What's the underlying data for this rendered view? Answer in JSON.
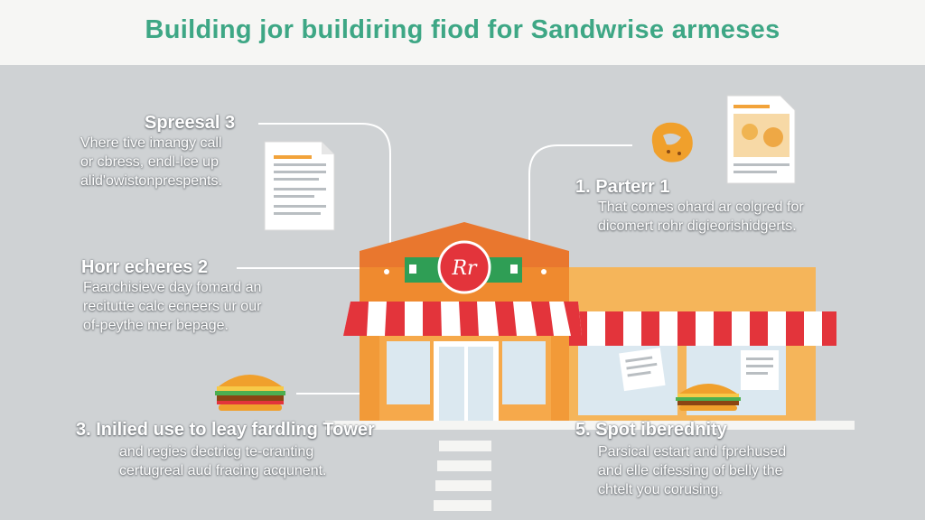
{
  "header": {
    "title": "Building jor buildiring fiod for Sandwrise armeses"
  },
  "steps": {
    "top_left": {
      "title": "Spreesal 3",
      "lines": [
        "Vhere tive imangy call",
        "or cbress, endl-lce up",
        "alid'owistonprespents."
      ]
    },
    "mid_left": {
      "title": "Horr echeres 2",
      "lines": [
        "Faarchisieve day fomard an",
        "recitutte calc ecneers ur our",
        "of-peythe mer bepage."
      ]
    },
    "bottom_left": {
      "title": "3. Inilied use to leay fardling Tower",
      "lines": [
        "and regies dectricg te-cranting",
        "certugreal aud fracing acqunent."
      ]
    },
    "top_right": {
      "title": "1. Parterr 1",
      "lines": [
        "That comes ohard ar colgred for",
        "dicomert rohr digieorishidgerts."
      ]
    },
    "bottom_right": {
      "title": "5. Spot iberednity",
      "lines": [
        "Parsical estart and fprehused",
        "and elle cifessing of belly the",
        "chtelt you corusing."
      ]
    }
  },
  "store": {
    "sign_logo": "Rr"
  },
  "colors": {
    "title_green": "#3ea785",
    "background_gray": "#cfd2d4",
    "store_orange": "#f29a38",
    "roof_orange": "#e9772e",
    "awning_red": "#e3343b",
    "sign_green": "#2f9e55"
  }
}
